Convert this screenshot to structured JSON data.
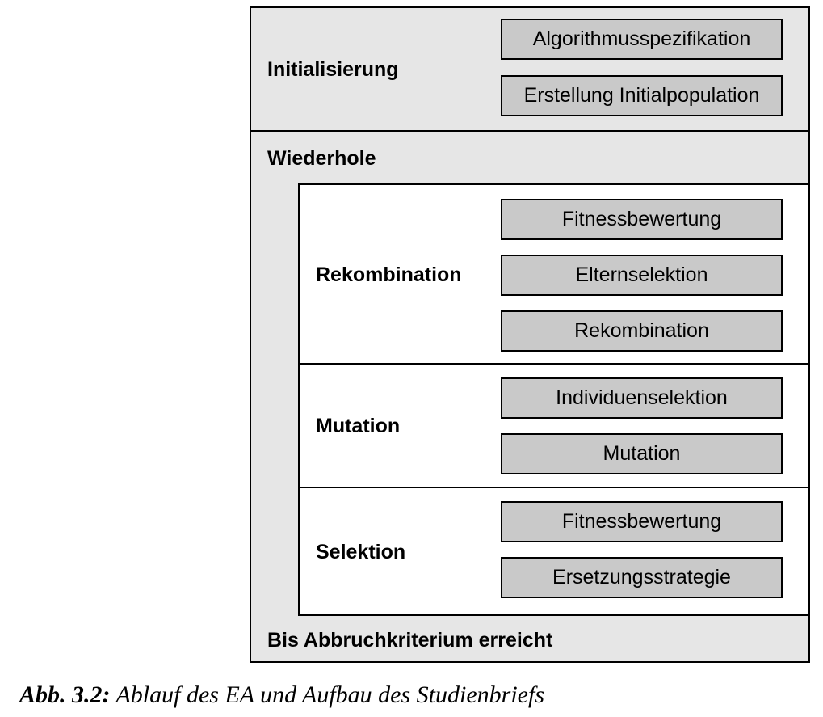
{
  "initialization": {
    "label": "Initialisierung",
    "steps": [
      "Algorithmusspezifikation",
      "Erstellung Initialpopulation"
    ]
  },
  "loop": {
    "repeat_label": "Wiederhole",
    "until_label": "Bis Abbruchkriterium erreicht",
    "phases": [
      {
        "label": "Rekombination",
        "steps": [
          "Fitnessbewertung",
          "Elternselektion",
          "Rekombination"
        ]
      },
      {
        "label": "Mutation",
        "steps": [
          "Individuenselektion",
          "Mutation"
        ]
      },
      {
        "label": "Selektion",
        "steps": [
          "Fitnessbewertung",
          "Ersetzungsstrategie"
        ]
      }
    ]
  },
  "caption": {
    "number": "Abb. 3.2:",
    "text": "Ablauf des EA und Aufbau des Studienbriefs"
  }
}
